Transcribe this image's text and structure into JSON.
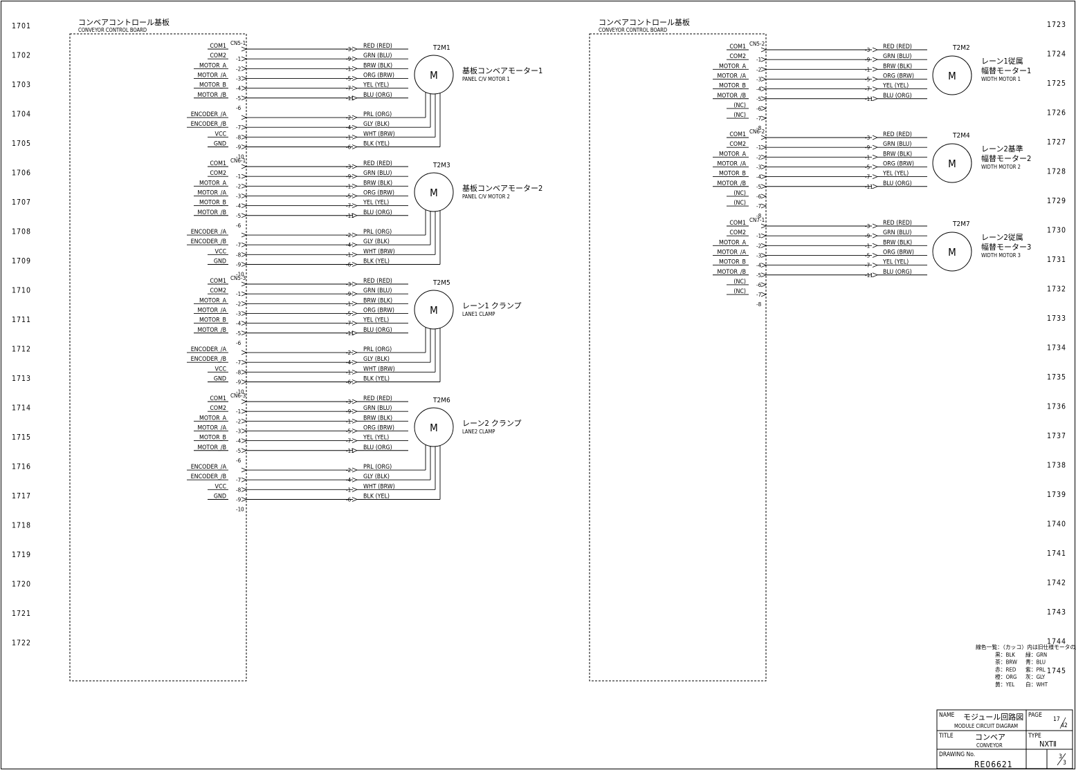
{
  "line_numbers_left": [
    "1701",
    "1702",
    "1703",
    "1704",
    "1705",
    "1706",
    "1707",
    "1708",
    "1709",
    "1710",
    "1711",
    "1712",
    "1713",
    "1714",
    "1715",
    "1716",
    "1717",
    "1718",
    "1719",
    "1720",
    "1721",
    "1722"
  ],
  "line_numbers_right": [
    "1723",
    "1724",
    "1725",
    "1726",
    "1727",
    "1728",
    "1729",
    "1730",
    "1731",
    "1732",
    "1733",
    "1734",
    "1735",
    "1736",
    "1737",
    "1738",
    "1739",
    "1740",
    "1741",
    "1742",
    "1743",
    "1744",
    "1745"
  ],
  "board": {
    "title_jp": "コンベアコントロール基板",
    "title_en": "CONVEYOR CONTROL BOARD"
  },
  "left_groups": [
    {
      "connector": "CN5-1",
      "motor": "T2M1",
      "name_jp": "基板コンベアモーター1",
      "name_en": "PANEL C/V MOTOR 1",
      "signals": [
        "COM1",
        "COM2",
        "MOTOR_A",
        "MOTOR_/A",
        "MOTOR_B",
        "MOTOR_/B",
        "",
        "ENCODER_/A",
        "ENCODER_/B",
        "VCC",
        "GND",
        ""
      ],
      "board_pins": [
        "",
        "-1",
        "-2",
        "-3",
        "-4",
        "-5",
        "-6",
        "",
        "-7",
        "-8",
        "-9",
        "-10"
      ],
      "motor_pins": [
        "-3",
        "-9",
        "-1",
        "-5",
        "-7",
        "-11",
        "",
        "-2",
        "-4",
        "-1",
        "-6"
      ],
      "wires": [
        "RED (RED)",
        "GRN (BLU)",
        "BRW (BLK)",
        "ORG (BRW)",
        "YEL (YEL)",
        "BLU (ORG)",
        "",
        "PRL (ORG)",
        "GLY (BLK)",
        "WHT (BRW)",
        "BLK (YEL)"
      ]
    },
    {
      "connector": "CN6-1",
      "motor": "T2M3",
      "name_jp": "基板コンベアモーター2",
      "name_en": "PANEL C/V MOTOR 2",
      "signals": [
        "COM1",
        "COM2",
        "MOTOR_A",
        "MOTOR_/A",
        "MOTOR_B",
        "MOTOR_/B",
        "",
        "ENCODER_/A",
        "ENCODER_/B",
        "VCC",
        "GND",
        ""
      ],
      "board_pins": [
        "",
        "-1",
        "-2",
        "-3",
        "-4",
        "-5",
        "-6",
        "",
        "-7",
        "-8",
        "-9",
        "-10"
      ],
      "motor_pins": [
        "-3",
        "-9",
        "-1",
        "-5",
        "-7",
        "-11",
        "",
        "-2",
        "-4",
        "-1",
        "-6"
      ],
      "wires": [
        "RED (RED)",
        "GRN (BLU)",
        "BRW (BLK)",
        "ORG (BRW)",
        "YEL (YEL)",
        "BLU (ORG)",
        "",
        "PRL (ORG)",
        "GLY (BLK)",
        "WHT (BRW)",
        "BLK (YEL)"
      ]
    },
    {
      "connector": "CN5-3",
      "motor": "T2M5",
      "name_jp": "レーン1 クランプ",
      "name_en": "LANE1 CLAMP",
      "signals": [
        "COM1",
        "COM2",
        "MOTOR_A",
        "MOTOR_/A",
        "MOTOR_B",
        "MOTOR_/B",
        "",
        "ENCODER_/A",
        "ENCODER_/B",
        "VCC",
        "GND",
        ""
      ],
      "board_pins": [
        "",
        "-1",
        "-2",
        "-3",
        "-4",
        "-5",
        "-6",
        "",
        "-7",
        "-8",
        "-9",
        "-10"
      ],
      "motor_pins": [
        "-3",
        "-9",
        "-1",
        "-5",
        "-7",
        "-11",
        "",
        "-2",
        "-4",
        "-1",
        "-6"
      ],
      "wires": [
        "RED (RED)",
        "GRN (BLU)",
        "BRW (BLK)",
        "ORG (BRW)",
        "YEL (YEL)",
        "BLU (ORG)",
        "",
        "PRL (ORG)",
        "GLY (BLK)",
        "WHT (BRW)",
        "BLK (YEL)"
      ]
    },
    {
      "connector": "CN6-3",
      "motor": "T2M6",
      "name_jp": "レーン2 クランプ",
      "name_en": "LANE2 CLAMP",
      "signals": [
        "COM1",
        "COM2",
        "MOTOR_A",
        "MOTOR_/A",
        "MOTOR_B",
        "MOTOR_/B",
        "",
        "ENCODER_/A",
        "ENCODER_/B",
        "VCC",
        "GND",
        ""
      ],
      "board_pins": [
        "",
        "-1",
        "-2",
        "-3",
        "-4",
        "-5",
        "-6",
        "",
        "-7",
        "-8",
        "-9",
        "-10"
      ],
      "motor_pins": [
        "-3",
        "-9",
        "-1",
        "-5",
        "-7",
        "-11",
        "",
        "-2",
        "-4",
        "-1",
        "-6"
      ],
      "wires": [
        "RED (RED)",
        "GRN (BLU)",
        "BRW (BLK)",
        "ORG (BRW)",
        "YEL (YEL)",
        "BLU (ORG)",
        "",
        "PRL (ORG)",
        "GLY (BLK)",
        "WHT (BRW)",
        "BLK (YEL)"
      ]
    }
  ],
  "right_groups": [
    {
      "connector": "CN5-2",
      "motor": "T2M2",
      "name_jp1": "レーン1従属",
      "name_jp2": "幅替モーター1",
      "name_en": "WIDTH MOTOR 1",
      "signals": [
        "COM1",
        "COM2",
        "MOTOR_A",
        "MOTOR_/A",
        "MOTOR_B",
        "MOTOR_/B",
        "(NC)",
        "(NC)",
        ""
      ],
      "board_pins": [
        "",
        "-1",
        "-2",
        "-3",
        "-4",
        "-5",
        "-6",
        "-7",
        "-8"
      ],
      "motor_pins": [
        "-3",
        "-9",
        "-1",
        "-5",
        "-7",
        "-11"
      ],
      "wires": [
        "RED (RED)",
        "GRN (BLU)",
        "BRW (BLK)",
        "ORG (BRW)",
        "YEL (YEL)",
        "BLU (ORG)"
      ]
    },
    {
      "connector": "CN6-2",
      "motor": "T2M4",
      "name_jp1": "レーン2基準",
      "name_jp2": "幅替モーター2",
      "name_en": "WIDTH MOTOR 2",
      "signals": [
        "COM1",
        "COM2",
        "MOTOR_A",
        "MOTOR_/A",
        "MOTOR_B",
        "MOTOR_/B",
        "(NC)",
        "(NC)",
        ""
      ],
      "board_pins": [
        "",
        "-1",
        "-2",
        "-3",
        "-4",
        "-5",
        "-6",
        "-7",
        "-8"
      ],
      "motor_pins": [
        "-3",
        "-9",
        "-1",
        "-5",
        "-7",
        "-11"
      ],
      "wires": [
        "RED (RED)",
        "GRN (BLU)",
        "BRW (BLK)",
        "ORG (BRW)",
        "YEL (YEL)",
        "BLU (ORG)"
      ]
    },
    {
      "connector": "CN7-1",
      "motor": "T2M7",
      "name_jp1": "レーン2従属",
      "name_jp2": "幅替モーター3",
      "name_en": "WIDTH MOTOR 3",
      "signals": [
        "COM1",
        "COM2",
        "MOTOR_A",
        "MOTOR_/A",
        "MOTOR_B",
        "MOTOR_/B",
        "(NC)",
        "(NC)",
        ""
      ],
      "board_pins": [
        "",
        "-1",
        "-2",
        "-3",
        "-4",
        "-5",
        "-6",
        "-7",
        "-8"
      ],
      "motor_pins": [
        "-3",
        "-9",
        "-1",
        "-5",
        "-7",
        "-11"
      ],
      "wires": [
        "RED (RED)",
        "GRN (BLU)",
        "BRW (BLK)",
        "ORG (BRW)",
        "YEL (YEL)",
        "BLU (ORG)"
      ]
    }
  ],
  "motor_symbol": "M",
  "legend": {
    "title": "線色一覧：（カッコ）内は旧仕様モータの線色",
    "col1": [
      "黒：BLK",
      "茶：BRW",
      "赤：RED",
      "橙：ORG",
      "黄：YEL"
    ],
    "col2": [
      "緑：GRN",
      "青：BLU",
      "紫：PRL",
      "灰：GLY",
      "白：WHT"
    ]
  },
  "title_block": {
    "name_label": "NAME",
    "name_jp": "モジュール回路図",
    "name_en": "MODULE CIRCUIT DIAGRAM",
    "page_label": "PAGE",
    "page_num": "17",
    "page_total": "42",
    "title_label": "TITLE",
    "title_jp": "コンベア",
    "title_en": "CONVEYOR",
    "type_label": "TYPE",
    "type_value": "NXTⅡ",
    "drawing_label": "DRAWING No.",
    "drawing_value": "RE06621",
    "sheet_num": "3",
    "sheet_total": "3"
  }
}
